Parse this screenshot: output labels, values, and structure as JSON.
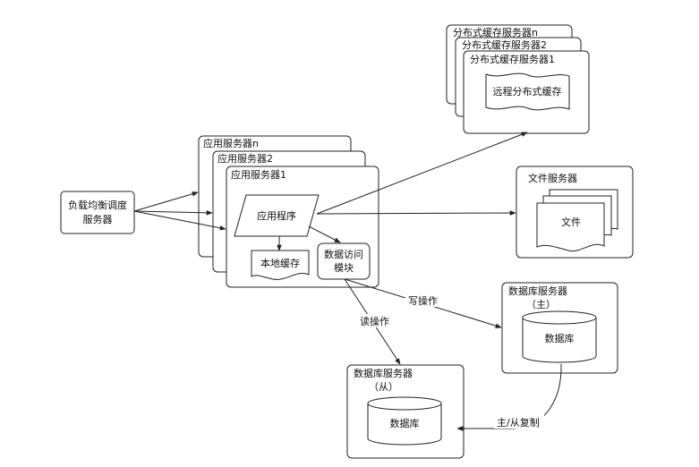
{
  "load_balancer": {
    "line1": "负载均衡调度",
    "line2": "服务器"
  },
  "app_servers": {
    "n": "应用服务器n",
    "s2": "应用服务器2",
    "s1": "应用服务器1"
  },
  "app_program": "应用程序",
  "local_cache": "本地缓存",
  "data_access": {
    "line1": "数据访问",
    "line2": "模块"
  },
  "cache_servers": {
    "n": "分布式缓存服务器n",
    "s2": "分布式缓存服务器2",
    "s1": "分布式缓存服务器1"
  },
  "remote_cache": "远程分布式缓存",
  "file_server": {
    "title": "文件服务器",
    "file": "文件"
  },
  "db_master": {
    "title": "数据库服务器",
    "role": "（主）",
    "db": "数据库"
  },
  "db_slave": {
    "title": "数据库服务器",
    "role": "（从）",
    "db": "数据库"
  },
  "labels": {
    "write": "写操作",
    "read": "读操作",
    "replication": "主/从复制"
  }
}
